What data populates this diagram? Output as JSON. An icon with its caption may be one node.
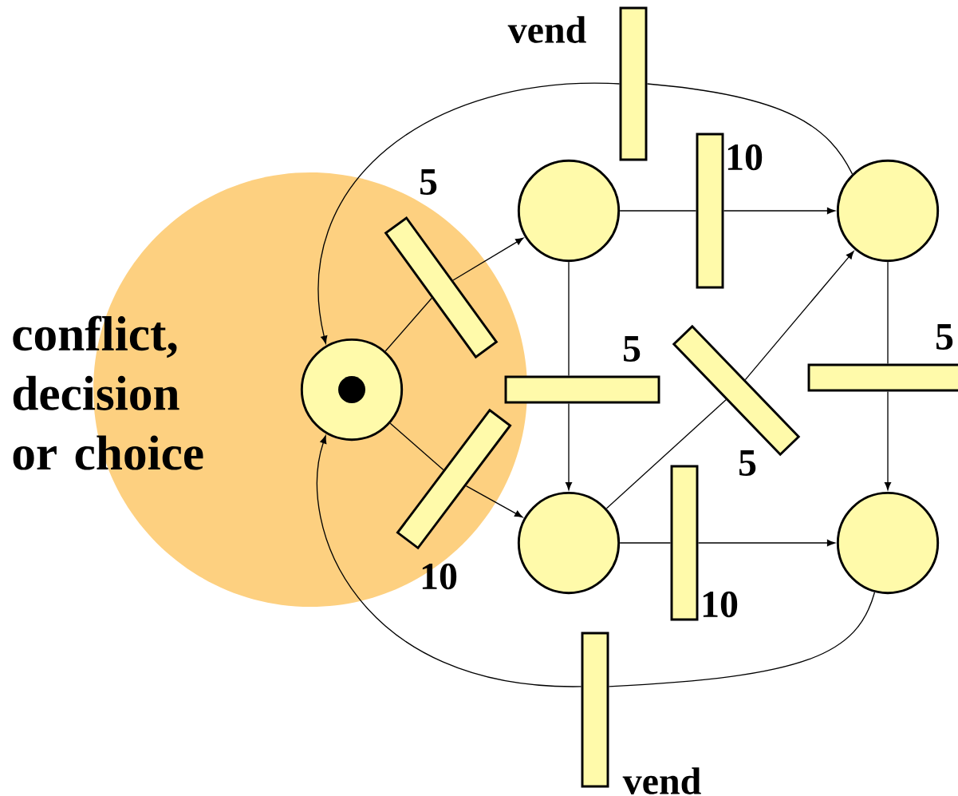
{
  "diagram": {
    "nodes": [
      {
        "text": [],
        "shape": "circle"
      },
      {
        "text": [],
        "shape": "circle"
      },
      {
        "text": [],
        "shape": "circle"
      },
      {
        "text": [],
        "shape": "circle"
      },
      {
        "text": [],
        "shape": "circle"
      },
      {
        "text": [],
        "shape": "bar",
        "beside": [
          "5"
        ]
      },
      {
        "text": [],
        "shape": "bar",
        "beside": [
          "10"
        ]
      },
      {
        "text": [],
        "shape": "bar",
        "beside": [
          "5"
        ]
      },
      {
        "text": [],
        "shape": "bar",
        "beside": [
          "10"
        ]
      },
      {
        "text": [],
        "shape": "bar",
        "beside": [
          "5"
        ]
      },
      {
        "text": [],
        "shape": "bar",
        "beside": [
          "5"
        ]
      },
      {
        "text": [],
        "shape": "bar",
        "beside": [
          "10"
        ]
      },
      {
        "text": [],
        "shape": "bar",
        "beside": [
          "vend"
        ]
      },
      {
        "text": [],
        "shape": "bar",
        "beside": [
          "vend"
        ]
      }
    ],
    "edges": [
      {
        "from": 0,
        "to": 5,
        "arrow": "none"
      },
      {
        "from": 5,
        "to": 1,
        "arrow": "to"
      },
      {
        "from": 0,
        "to": 6,
        "arrow": "none"
      },
      {
        "from": 6,
        "to": 3,
        "arrow": "to"
      },
      {
        "from": 1,
        "to": 7,
        "arrow": "none"
      },
      {
        "from": 7,
        "to": 3,
        "arrow": "to"
      },
      {
        "from": 1,
        "to": 8,
        "arrow": "none"
      },
      {
        "from": 8,
        "to": 2,
        "arrow": "to"
      },
      {
        "from": 3,
        "to": 9,
        "arrow": "none"
      },
      {
        "from": 9,
        "to": 2,
        "arrow": "to"
      },
      {
        "from": 2,
        "to": 10,
        "arrow": "none"
      },
      {
        "from": 10,
        "to": 4,
        "arrow": "to"
      },
      {
        "from": 3,
        "to": 11,
        "arrow": "none"
      },
      {
        "from": 11,
        "to": 4,
        "arrow": "to"
      },
      {
        "from": 2,
        "to": 12,
        "arrow": "none"
      },
      {
        "from": 12,
        "to": 0,
        "arrow": "to"
      },
      {
        "from": 4,
        "to": 13,
        "arrow": "none"
      },
      {
        "from": 13,
        "to": 0,
        "arrow": "to"
      }
    ],
    "labels": [
      "conflict, decision or choice"
    ]
  }
}
